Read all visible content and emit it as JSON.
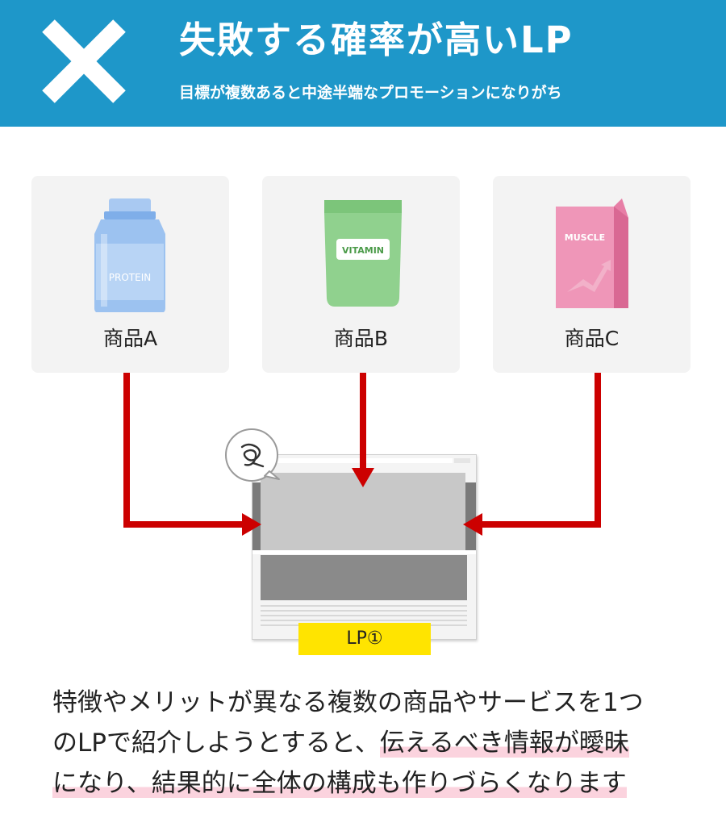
{
  "header": {
    "title": "失敗する確率が高いLP",
    "subtitle": "目標が複数あると中途半端なプロモーションになりがち",
    "background_color": "#1e97c9",
    "icon": "cross-mark-icon"
  },
  "products": [
    {
      "label": "商品A",
      "package_text": "PROTEIN",
      "icon": "protein-bottle-icon",
      "color": "#8fb8ee"
    },
    {
      "label": "商品B",
      "package_text": "VITAMIN",
      "icon": "vitamin-pouch-icon",
      "color": "#8fd08c"
    },
    {
      "label": "商品C",
      "package_text": "MUSCLE",
      "icon": "muscle-carton-icon",
      "color": "#ec86ad"
    }
  ],
  "lp": {
    "tag_label": "LP①",
    "tag_color": "#ffe400",
    "confused_icon": "confused-scribble-icon"
  },
  "arrow_color": "#cc0000",
  "description": {
    "line1": "特徴やメリットが異なる複数の商品やサービスを1つ",
    "line2_plain": "のLPで紹介しようとすると、",
    "line2_highlight": "伝えるべき情報が曖昧",
    "line3_highlight": "になり、結果的に全体の構成も作りづらくなります",
    "highlight_color": "#fbd3de"
  }
}
